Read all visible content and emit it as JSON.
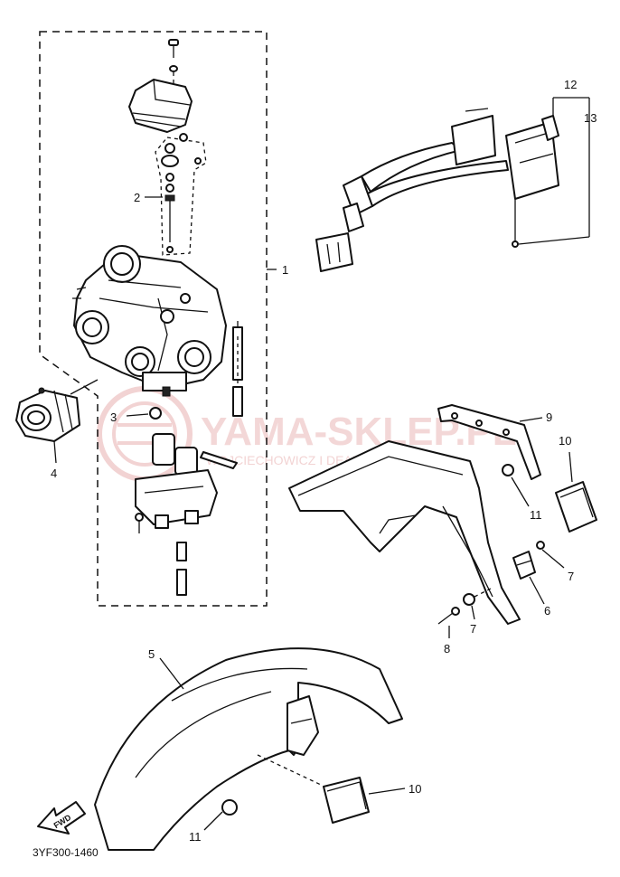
{
  "diagram_code": "3YF300-1460",
  "watermark": {
    "title": "YAMA-SKLEP.PL",
    "subtitle": "WOJCIECHOWICZ I DEALER YAMAHA"
  },
  "direction_arrow": "FWD",
  "callouts": {
    "c1": "1",
    "c2": "2",
    "c3": "3",
    "c4": "4",
    "c5": "5",
    "c6": "6",
    "c7a": "7",
    "c7b": "7",
    "c8": "8",
    "c9": "9",
    "c10a": "10",
    "c10b": "10",
    "c11a": "11",
    "c11b": "11",
    "c12": "12",
    "c13": "13"
  },
  "colors": {
    "line": "#111111",
    "watermark": "#e6a8a8",
    "background": "#ffffff"
  }
}
